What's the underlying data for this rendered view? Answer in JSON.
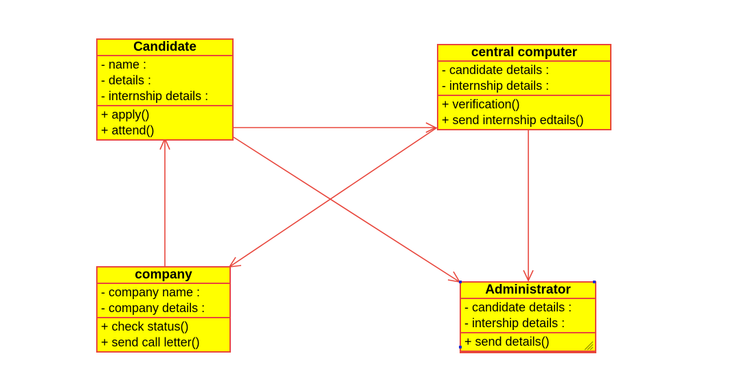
{
  "colors": {
    "box_fill": "#ffff00",
    "box_border": "#e8463c",
    "connector": "#e8463c",
    "selection_handle": "#1a2fd6"
  },
  "classes": {
    "candidate": {
      "name": "Candidate",
      "attributes": [
        "- name :",
        "- details :",
        "- internship details :"
      ],
      "operations": [
        "+ apply()",
        "+ attend()"
      ]
    },
    "central_computer": {
      "name": "central computer",
      "attributes": [
        "- candidate details :",
        "- internship details :"
      ],
      "operations": [
        "+ verification()",
        "+ send internship edtails()"
      ]
    },
    "company": {
      "name": "company",
      "attributes": [
        "- company name :",
        "- company details :"
      ],
      "operations": [
        "+ check status()",
        "+ send call letter()"
      ]
    },
    "administrator": {
      "name": "Administrator",
      "attributes": [
        "- candidate details :",
        "- intership details :"
      ],
      "operations": [
        "+ send details()"
      ]
    }
  },
  "associations": [
    {
      "from": "candidate",
      "to": "central_computer",
      "arrow": "open"
    },
    {
      "from": "candidate",
      "to": "administrator",
      "arrow": "open"
    },
    {
      "from": "central_computer",
      "to": "company",
      "arrow": "open"
    },
    {
      "from": "central_computer",
      "to": "administrator",
      "arrow": "open"
    },
    {
      "from": "company",
      "to": "candidate",
      "arrow": "open"
    }
  ]
}
